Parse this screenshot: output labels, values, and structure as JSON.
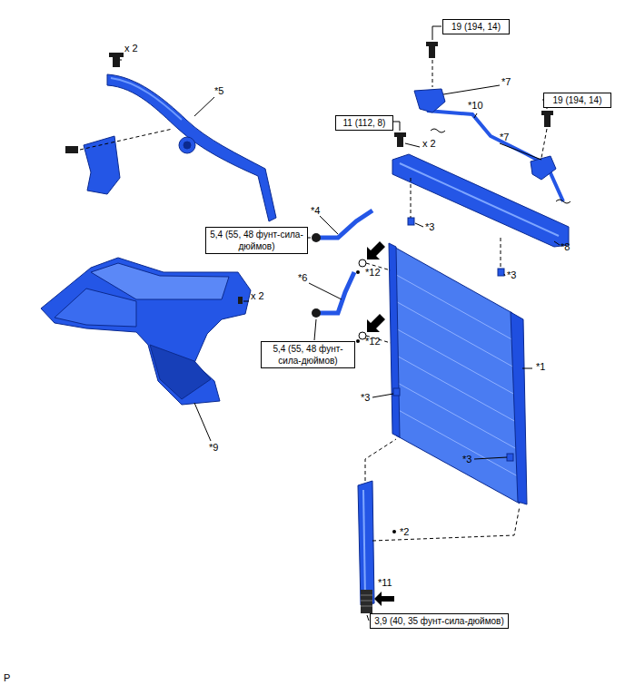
{
  "diagram": {
    "nodes": [
      {
        "text": [
          "19 (194, 14)"
        ]
      },
      {
        "text": [
          "11 (112, 8)"
        ]
      },
      {
        "text": [
          "19 (194, 14)"
        ]
      },
      {
        "text": [
          "5,4 (55, 48 фунт-сила-дюймов)"
        ]
      },
      {
        "text": [
          "5,4 (55, 48 фунт-сила-дюймов)"
        ]
      },
      {
        "text": [
          "3,9 (40, 35 фунт-сила-дюймов)"
        ]
      }
    ],
    "labels": [
      "x 2",
      "*5",
      "*7",
      "*10",
      "x 2",
      "*7",
      "*4",
      "*3",
      "*8",
      "*12",
      "*3",
      "*6",
      "x 2",
      "*12",
      "*1",
      "*3",
      "*9",
      "*3",
      "*2",
      "*11",
      "P"
    ]
  }
}
